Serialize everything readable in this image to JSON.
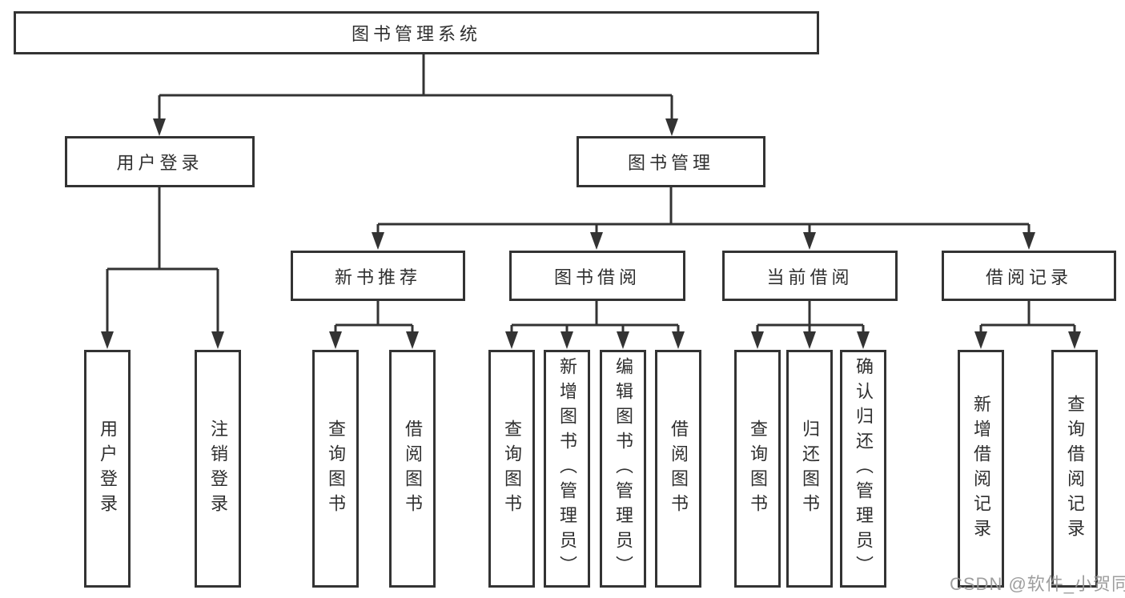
{
  "tree": {
    "root": "图书管理系统",
    "branches": [
      {
        "label": "用户登录",
        "children": [
          {
            "label": "用户登录"
          },
          {
            "label": "注销登录"
          }
        ]
      },
      {
        "label": "图书管理",
        "children": [
          {
            "label": "新书推荐",
            "children": [
              {
                "label": "查询图书"
              },
              {
                "label": "借阅图书"
              }
            ]
          },
          {
            "label": "图书借阅",
            "children": [
              {
                "label": "查询图书"
              },
              {
                "label": "新增图书（管理员）"
              },
              {
                "label": "编辑图书（管理员）"
              },
              {
                "label": "借阅图书"
              }
            ]
          },
          {
            "label": "当前借阅",
            "children": [
              {
                "label": "查询图书"
              },
              {
                "label": "归还图书"
              },
              {
                "label": "确认归还（管理员）"
              }
            ]
          },
          {
            "label": "借阅记录",
            "children": [
              {
                "label": "新增借阅记录"
              },
              {
                "label": "查询借阅记录"
              }
            ]
          }
        ]
      }
    ]
  },
  "watermark": "CSDN @软件_小贺同学",
  "colors": {
    "line": "#333333",
    "text": "#2f2f2f",
    "watermark": "#969696",
    "background": "#ffffff"
  }
}
